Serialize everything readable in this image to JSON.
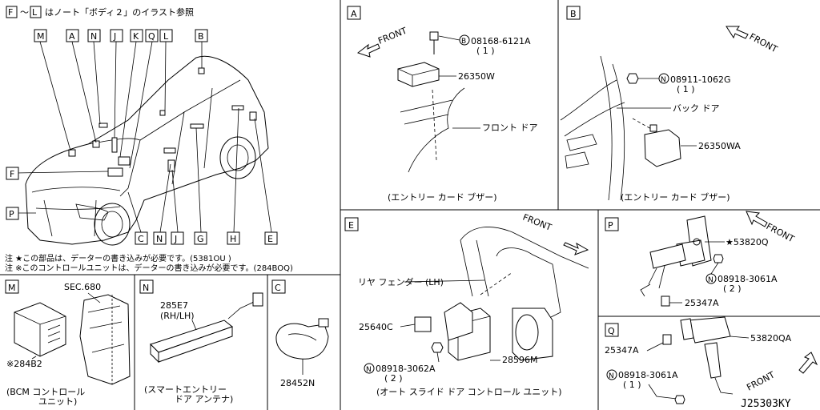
{
  "diagram_id": "J25303KY",
  "header_note": "はノート「ボディ２」のイラスト参照",
  "header_ref_start": "F",
  "header_tilde": "～",
  "header_ref_end": "L",
  "vehicle_callouts_top": [
    "M",
    "A",
    "N",
    "J",
    "K",
    "Q",
    "L",
    "B"
  ],
  "vehicle_callouts_bottom": [
    "C",
    "N",
    "J",
    "G",
    "H",
    "E"
  ],
  "vehicle_callouts_side": [
    "F",
    "P"
  ],
  "notes": {
    "note1": "注 ★この部品は、データーの書き込みが必要です。(5381OU )",
    "note2": "注 ※このコントロールユニットは、データーの書き込みが必要です。(284BOQ)"
  },
  "panels": {
    "A": {
      "label": "A",
      "front": "FRONT",
      "bolt_ref": "B",
      "bolt_part": "08168-6121A",
      "bolt_qty": "( 1 )",
      "part": "26350W",
      "front_door": "フロント ドア",
      "caption": "(エントリー カード ブザー)"
    },
    "B": {
      "label": "B",
      "front": "FRONT",
      "nut_ref": "N",
      "nut_part": "08911-1062G",
      "nut_qty": "( 1 )",
      "back_door": "バック ドア",
      "part": "26350WA",
      "caption": "(エントリー カード ブザー)"
    },
    "E": {
      "label": "E",
      "front": "FRONT",
      "rear_fender": "リヤ フェンダー (LH)",
      "part1": "25640C",
      "nut_ref": "N",
      "nut_part": "08918-3062A",
      "nut_qty": "( 2 )",
      "part2": "28596M",
      "caption": "(オート スライド ドア コントロール ユニット)"
    },
    "P": {
      "label": "P",
      "front": "FRONT",
      "part1": "★53820Q",
      "nut_ref": "N",
      "nut_part": "08918-3061A",
      "nut_qty": "( 2 )",
      "part2": "25347A"
    },
    "Q": {
      "label": "Q",
      "front": "FRONT",
      "part1": "25347A",
      "part2": "53820QA",
      "nut_ref": "N",
      "nut_part": "08918-3061A",
      "nut_qty": "( 1 )"
    },
    "M": {
      "label": "M",
      "sec": "SEC.680",
      "part": "※284B2",
      "caption1": "(BCM コントロール",
      "caption2": "ユニット)"
    },
    "N": {
      "label": "N",
      "part": "285E7",
      "part_side": "(RH/LH)",
      "caption1": "(スマートエントリー",
      "caption2": "ドア アンテナ)"
    },
    "C": {
      "label": "C",
      "part": "28452N"
    }
  }
}
